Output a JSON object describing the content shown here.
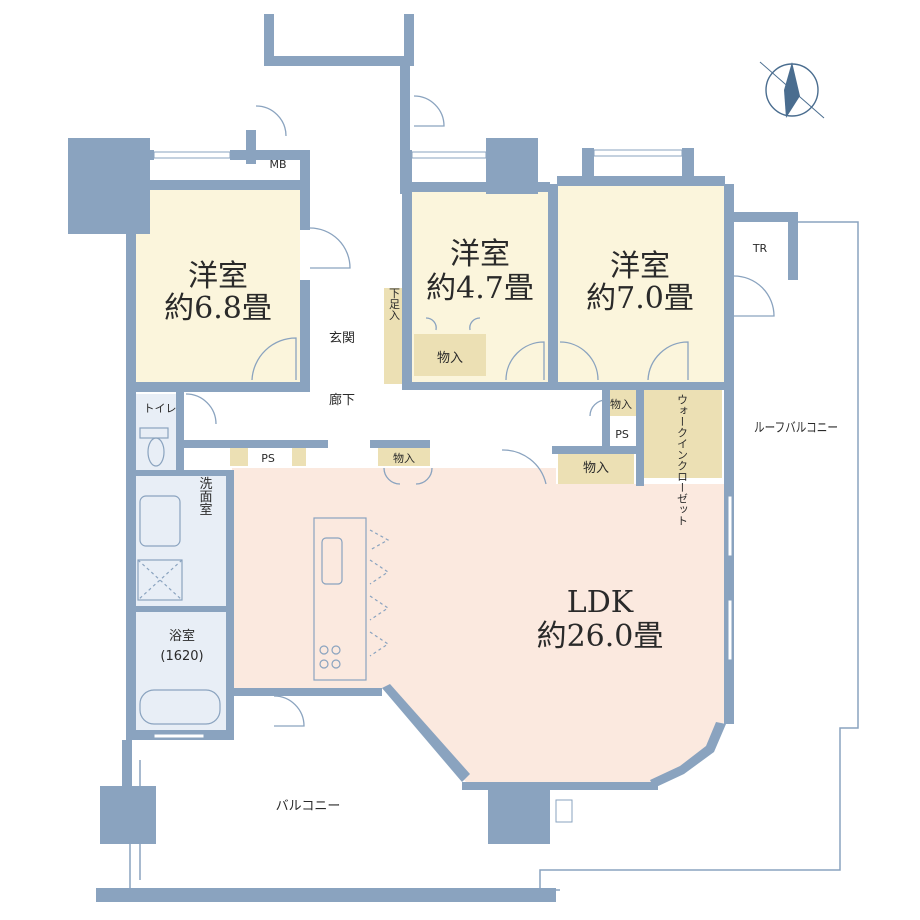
{
  "rooms": {
    "bedroom1": {
      "name": "洋室",
      "size": "約6.8畳"
    },
    "bedroom2": {
      "name": "洋室",
      "size": "約4.7畳"
    },
    "bedroom3": {
      "name": "洋室",
      "size": "約7.0畳"
    },
    "ldk": {
      "name": "LDK",
      "size": "約26.0畳"
    },
    "entrance": "玄関",
    "hallway": "廊下",
    "shoe_storage": "下足入",
    "storage": "物入",
    "walk_in_closet": "ウォークインクローゼット",
    "toilet": "トイレ",
    "washroom": "洗面室",
    "bathroom": {
      "name": "浴室",
      "size": "(1620)"
    },
    "balcony": "バルコニー",
    "roof_balcony": "ルーフバルコニー",
    "mb": "MB",
    "tr": "TR",
    "ps": "PS"
  },
  "colors": {
    "wall": "#8aa3bf",
    "bedroom": "#fbf5dc",
    "ldk": "#fbe9df",
    "storage": "#ece0b4",
    "wet_area": "#e8eef6",
    "compass": "#4a6d8f"
  },
  "icons": [
    "compass-icon"
  ]
}
